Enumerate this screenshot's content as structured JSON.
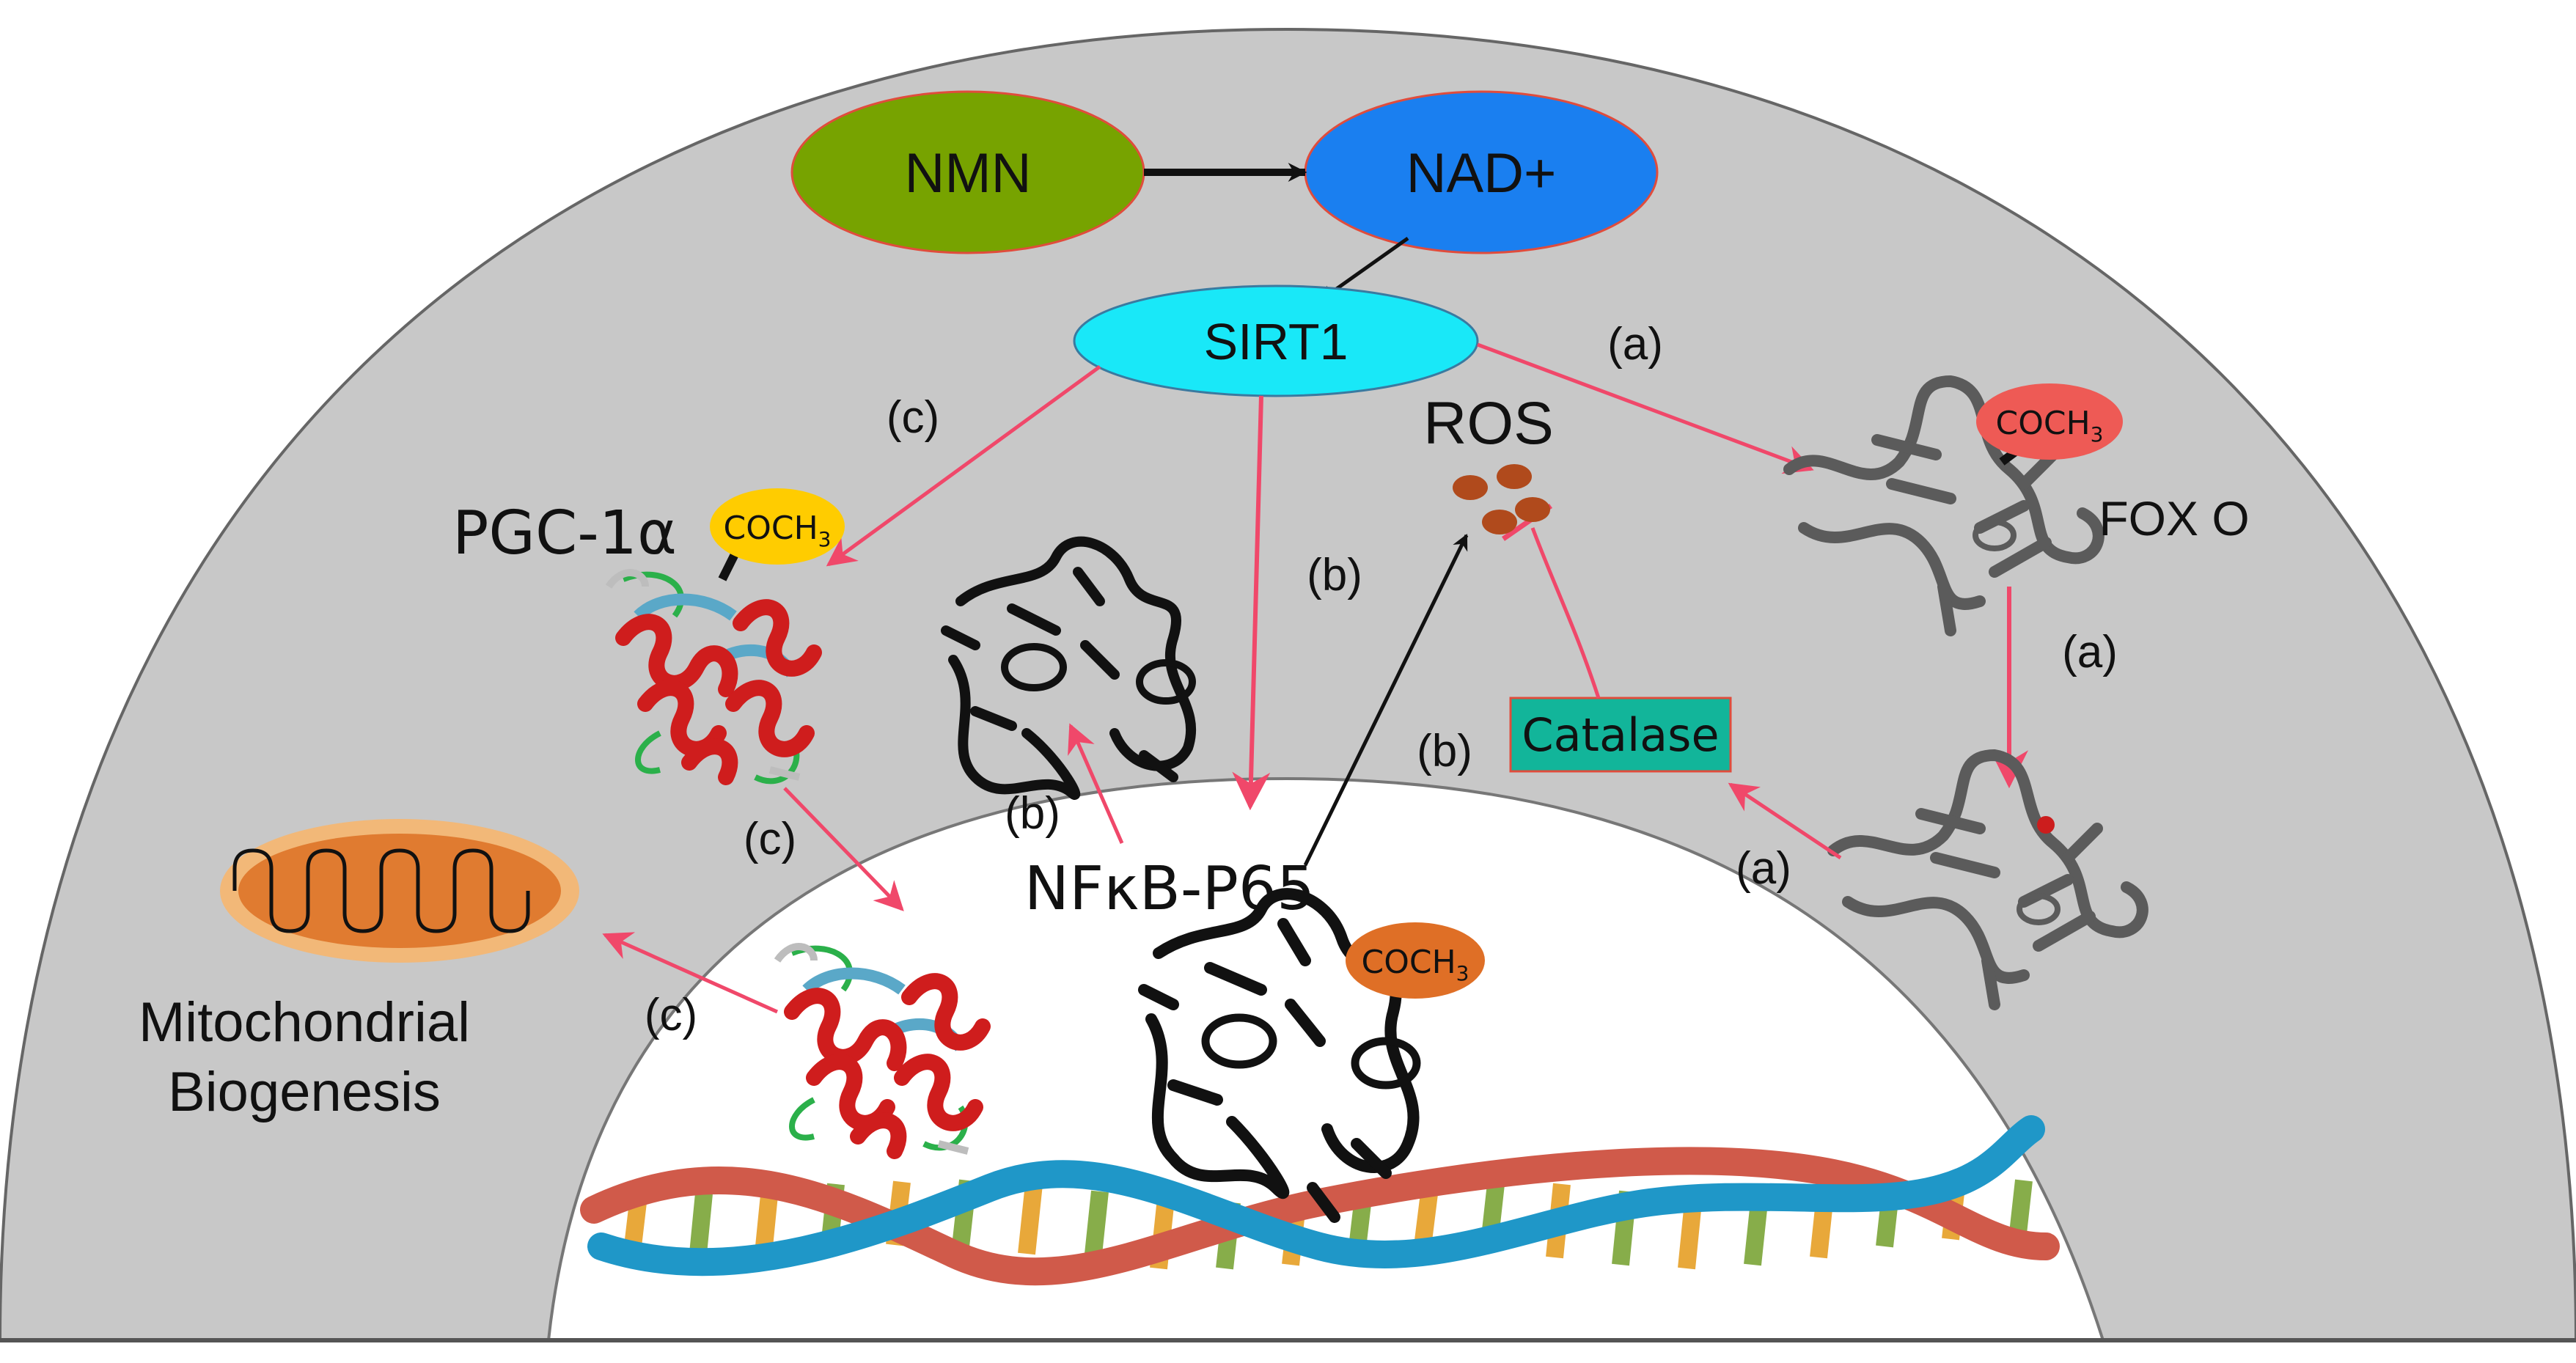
{
  "nodes": {
    "nmn": "NMN",
    "nad": "NAD+",
    "sirt1": "SIRT1",
    "ros": "ROS",
    "catalase": "Catalase",
    "foxo": "FOX O",
    "pgc": "PGC-1α",
    "nfkb": "NFκB-P65",
    "mito_line1": "Mitochondrial",
    "mito_line2": "Biogenesis"
  },
  "tags": {
    "acetyl": "COCH",
    "acetyl_sub": "3"
  },
  "pathway_labels": {
    "a": "(a)",
    "b": "(b)",
    "c": "(c)"
  },
  "colors": {
    "cytoplasm": "#c8c8c8",
    "nucleus": "#ffffff",
    "nmn": "#77a300",
    "nad": "#1a7ff0",
    "sirt1": "#19e8f8",
    "catalase": "#12b59a",
    "ros": "#b04a1c",
    "arrow_red": "#f0486a",
    "acetyl_foxo": "#ee5a55",
    "acetyl_pgc": "#ffcc00",
    "acetyl_nfkb": "#df6f26",
    "mito_outer": "#f2b878",
    "mito_inner": "#e07b30",
    "protein_red": "#cf1d1d",
    "protein_grey": "#5b5b5b",
    "dna_blue": "#1f97c8",
    "dna_red": "#d05a4a"
  }
}
